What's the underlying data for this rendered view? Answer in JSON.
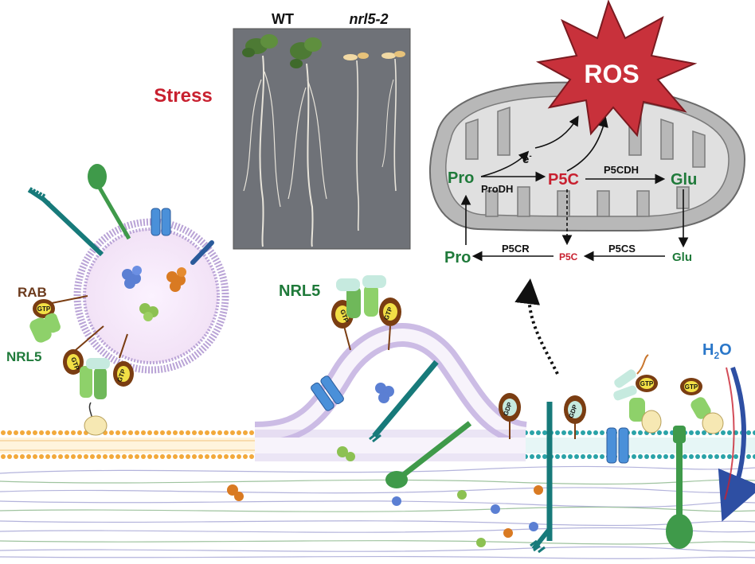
{
  "photo": {
    "label_wt": "WT",
    "label_mutant": "nrl5-2"
  },
  "stress_label": "Stress",
  "ros_label": "ROS",
  "mitochondrion": {
    "pro": "Pro",
    "electron": "e",
    "electron_sup": "-",
    "prodh": "ProDH",
    "p5c": "P5C",
    "p5cdh": "P5CDH",
    "glu": "Glu"
  },
  "cytosol_cycle": {
    "pro": "Pro",
    "p5cr": "P5CR",
    "p5c": "P5C",
    "p5cs": "P5CS",
    "glu": "Glu"
  },
  "vesicle_labels": {
    "rab": "RAB",
    "nrl5": "NRL5",
    "gtp": "GTP"
  },
  "membrane_labels": {
    "nrl5": "NRL5",
    "gtp": "GTP",
    "gdp": "GDP"
  },
  "water": {
    "h": "H",
    "sub": "2",
    "o": "O"
  },
  "colors": {
    "green_label": "#1f7a3a",
    "red_label": "#c8202f",
    "ros_fill": "#c8313b",
    "mito_fill": "#bfbfbf",
    "orange_membrane": "#f2a93b",
    "teal_membrane": "#2aa3a8",
    "lilac_membrane": "#b9a3d6",
    "water_blue": "#2a77c9"
  }
}
